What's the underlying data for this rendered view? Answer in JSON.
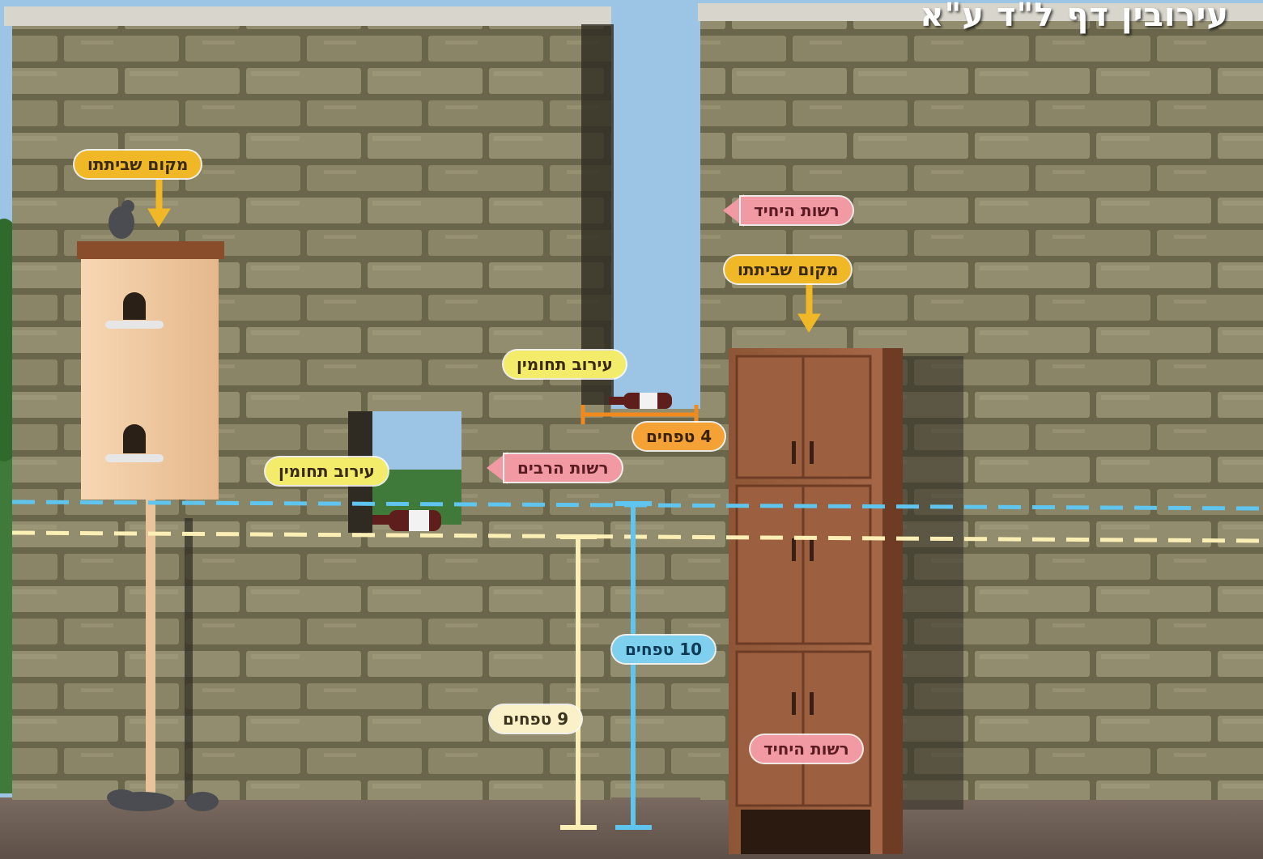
{
  "title": "עירובין דף ל\"ד ע\"א",
  "labels": {
    "place_left": "מקום שביתתו",
    "place_right": "מקום שביתתו",
    "eruv_upper": "עירוב תחומין",
    "eruv_lower": "עירוב תחומין",
    "private_upper": "רשות היחיד",
    "private_lower": "רשות היחיד",
    "public": "רשות הרבים",
    "measure_4": "4 טפחים",
    "measure_10": "10 טפחים",
    "measure_9": "9 טפחים"
  },
  "colors": {
    "sky": "#9cc4e4",
    "stone": "#8f8b6d",
    "mortar": "#6c694f",
    "cabinet": "#9a5e3c",
    "dovecote": "#f0caa0",
    "blue_line": "#5fc4ee",
    "cream_line": "#fbefb5",
    "orange_line": "#f08a1e"
  }
}
